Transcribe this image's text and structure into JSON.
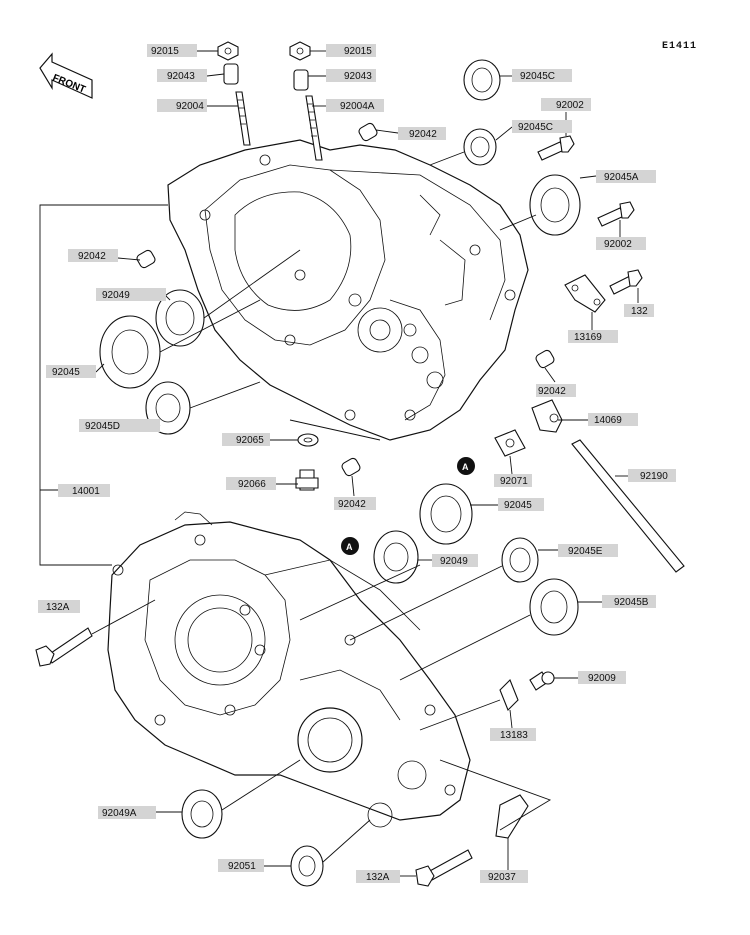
{
  "diagram": {
    "reference_code": "E1411",
    "front_label": "FRONT",
    "marker_letter": "A",
    "callouts": [
      "92015",
      "92015",
      "92043",
      "92043",
      "92004",
      "92004A",
      "92042",
      "92045C",
      "92002",
      "92045C",
      "92045A",
      "92002",
      "92042",
      "132",
      "13169",
      "92049",
      "92045",
      "92045D",
      "92042",
      "14069",
      "92065",
      "92071",
      "92190",
      "92066",
      "14001",
      "92042",
      "92045",
      "92049",
      "92045E",
      "132A",
      "92045B",
      "92009",
      "13183",
      "92049A",
      "92051",
      "132A",
      "92037"
    ]
  }
}
